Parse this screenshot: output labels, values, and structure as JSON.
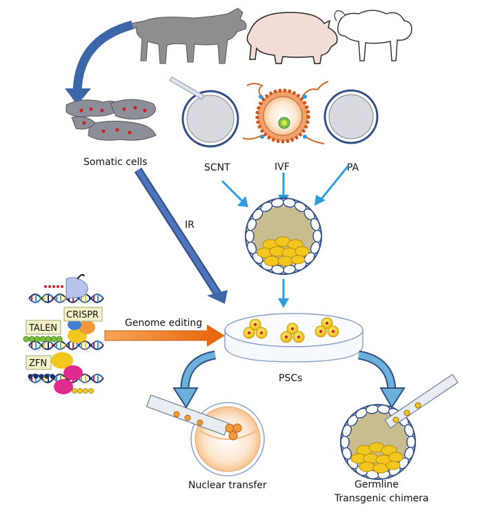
{
  "labels": {
    "somatic_cells": "Somatic cells",
    "scnt": "SCNT",
    "ivf": "IVF",
    "pa": "PA",
    "ir": "IR",
    "genome_editing": "Genome editing",
    "crispr": "CRISPR",
    "talen": "TALEN",
    "zfn": "ZFN",
    "pscs": "PSCs",
    "nuclear_transfer": "Nuclear transfer",
    "germline": "Germline",
    "transgenic_chimera": "Transgenic chimera"
  },
  "animals": [
    "cow-icon",
    "pig-icon",
    "sheep-icon"
  ],
  "colors": {
    "dark_blue_arrow": "#3d66a8",
    "light_blue_arrow": "#2f9be0",
    "orange_arrow": "#f07a1c",
    "cell_yellow": "#f2c81e",
    "blastocyst_fill": "#c8bd8e",
    "tag_fill": "#f3f1c8"
  }
}
